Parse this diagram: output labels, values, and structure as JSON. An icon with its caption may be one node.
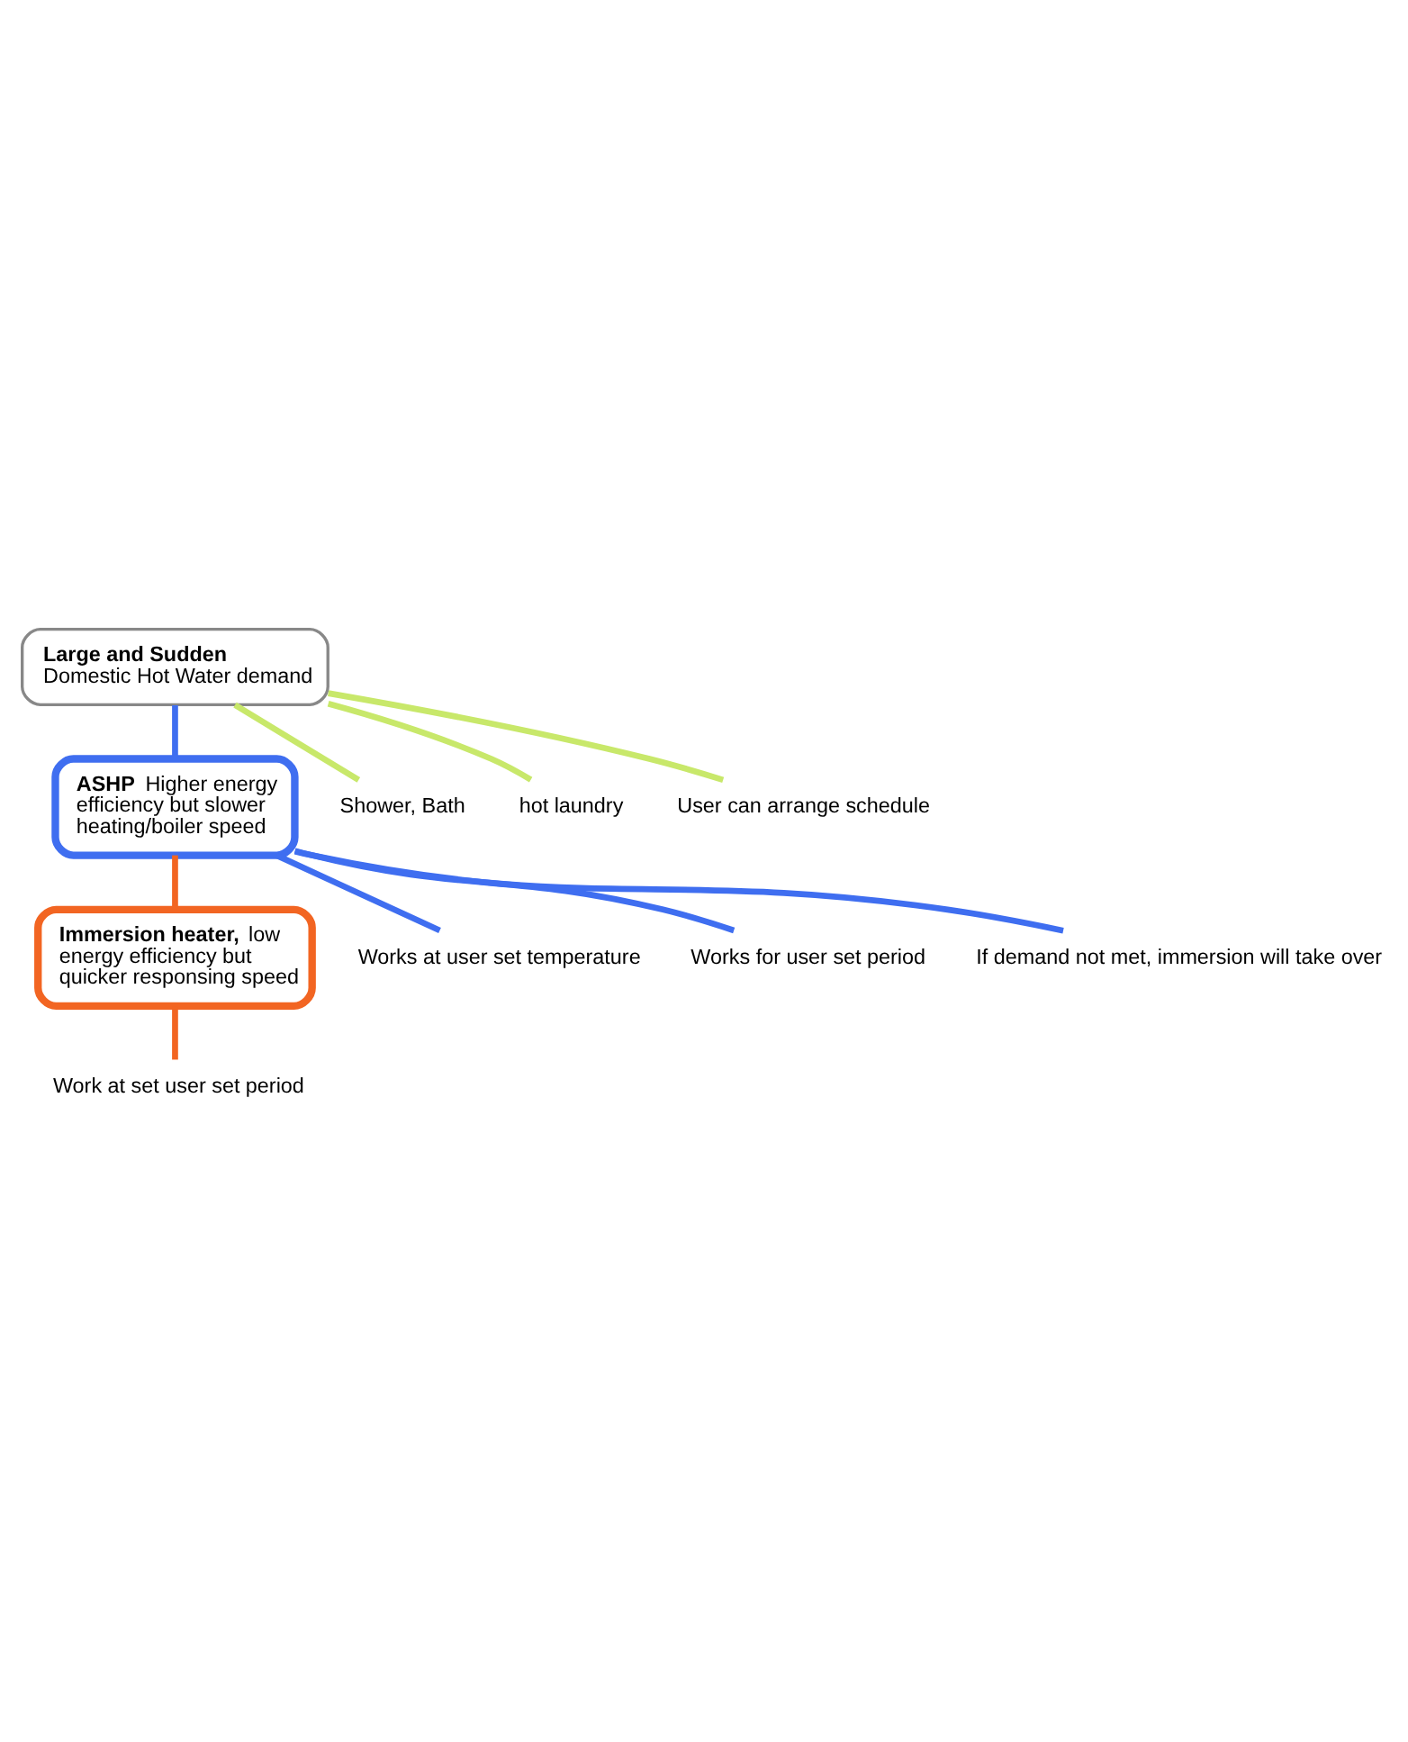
{
  "diagram": {
    "nodes": [
      {
        "text": [
          "Large and Sudden",
          "Domestic Hot Water demand"
        ]
      },
      {
        "text": [
          "**ASHP** Higher energy efficiency but slower heating/boiler speed"
        ]
      },
      {
        "text": [
          "**Immersion heater,** low energy efficiency but quicker responsing speed"
        ]
      },
      {
        "text": [
          "Shower, Bath"
        ]
      },
      {
        "text": [
          "hot laundry"
        ]
      },
      {
        "text": [
          "User can arrange schedule"
        ]
      },
      {
        "text": [
          "Works at user set temperature"
        ]
      },
      {
        "text": [
          "Works for user set period"
        ]
      },
      {
        "text": [
          "If demand not met, immersion will take over"
        ]
      },
      {
        "text": [
          "Work at set user set period"
        ]
      }
    ],
    "edges": [
      {
        "from": 0,
        "to": 1,
        "arrow": "none",
        "color": "#3f6ef0"
      },
      {
        "from": 1,
        "to": 2,
        "arrow": "none",
        "color": "#f26522"
      },
      {
        "from": 0,
        "to": 3,
        "arrow": "none",
        "color": "#c8e86a"
      },
      {
        "from": 0,
        "to": 4,
        "arrow": "none",
        "color": "#c8e86a"
      },
      {
        "from": 0,
        "to": 5,
        "arrow": "none",
        "color": "#c8e86a"
      },
      {
        "from": 1,
        "to": 6,
        "arrow": "none",
        "color": "#3f6ef0"
      },
      {
        "from": 1,
        "to": 7,
        "arrow": "none",
        "color": "#3f6ef0"
      },
      {
        "from": 1,
        "to": 8,
        "arrow": "none",
        "color": "#3f6ef0"
      },
      {
        "from": 2,
        "to": 9,
        "arrow": "none",
        "color": "#f26522"
      }
    ]
  }
}
